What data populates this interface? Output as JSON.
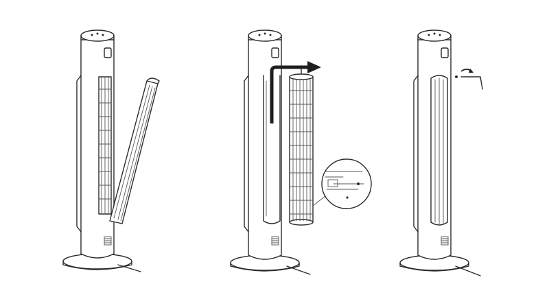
{
  "diagram": {
    "steps": [
      {
        "id": "step-1",
        "action": "remove-front-grille"
      },
      {
        "id": "step-2",
        "action": "pull-out-fan-rotor"
      },
      {
        "id": "step-3",
        "action": "tighten-screw-with-hex-key"
      }
    ],
    "colors": {
      "line": "#2a2a2a",
      "arrow": "#1e1e1e",
      "background": "#ffffff"
    },
    "icons": [
      "fan-tower",
      "grille-panel",
      "rotor",
      "magnifier-callout",
      "direction-arrow",
      "hex-key",
      "screw"
    ]
  }
}
